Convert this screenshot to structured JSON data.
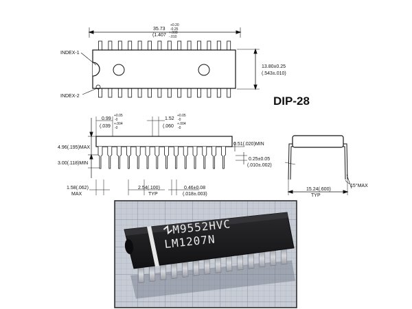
{
  "package": {
    "title": "DIP-28"
  },
  "top_view": {
    "length_dim": "35.73",
    "length_tol_plus": "+0.20",
    "length_tol_minus": "-0.25",
    "length_inch": "(1.407",
    "length_inch_tol_plus": "+.008",
    "length_inch_tol_minus": "-.010",
    "width_dim": "13.80±0.25",
    "width_inch": "(.543±.010)",
    "index1_label": "INDEX-1",
    "index2_label": "INDEX-2"
  },
  "side_view": {
    "pin_width_dim": "0.99",
    "pin_width_tol_plus": "+0.05",
    "pin_width_tol_minus": "-0",
    "pin_width_inch": "(.039",
    "pin_width_inch_tol_plus": "+.004",
    "pin_width_inch_tol_minus": "-0",
    "shoulder_dim": "1.52",
    "shoulder_tol_plus": "+0.05",
    "shoulder_tol_minus": "-0",
    "shoulder_inch": "(.060",
    "shoulder_inch_tol_plus": "+.004",
    "shoulder_inch_tol_minus": "-0",
    "height_max": "4.96(.195)MAX",
    "seat_min": "3.00(.118)MIN",
    "standoff_min": "0.51(.020)MIN",
    "end_max": "1.58(.062)",
    "end_max_label": "MAX",
    "pitch": "2.54(.100)",
    "pitch_label": "TYP",
    "lead_width": "0.46±0.08",
    "lead_width_inch": "(.018±.003)",
    "lead_thick": "0.25±0.05",
    "lead_thick_inch": "(.010±.002)"
  },
  "end_view": {
    "row_spacing": "15.24(.600)",
    "row_spacing_label": "TYP",
    "angle": "15°MAX"
  },
  "photo": {
    "marking_line1": "M9552HVC",
    "marking_line2": "LM1207N"
  },
  "colors": {
    "line": "#111111",
    "grid_bg": "#c9cdd6",
    "grid_line": "#8f98ad",
    "chip_body": "#1c1c1e",
    "pin_metal": "#b9bcc2"
  }
}
